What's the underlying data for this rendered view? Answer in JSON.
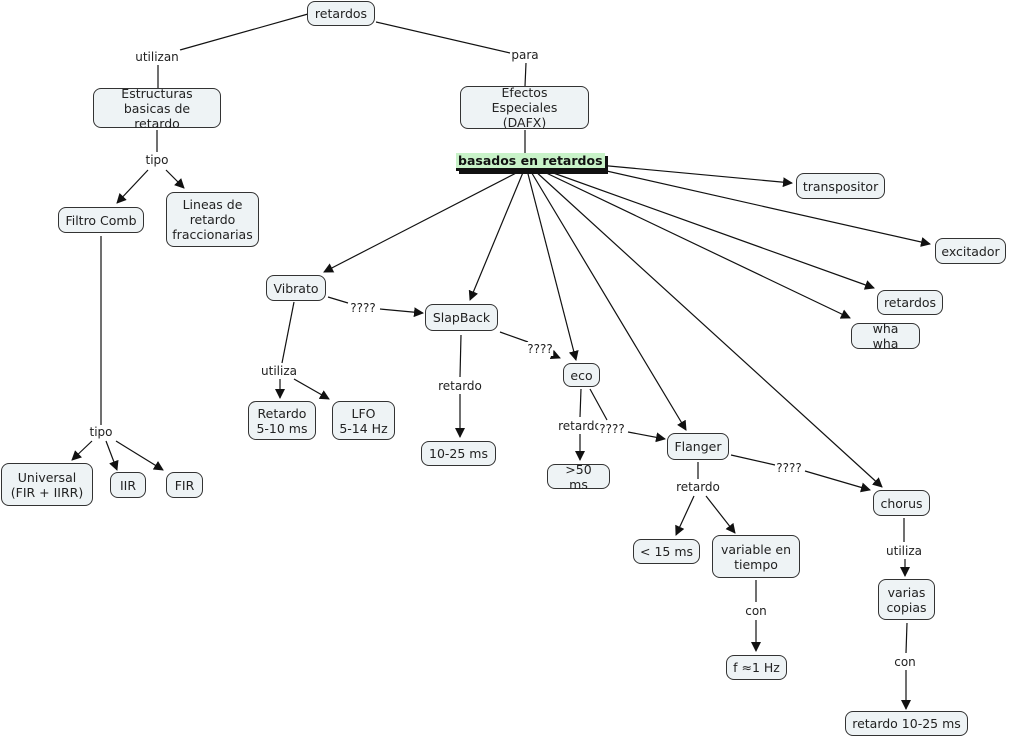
{
  "concept_map": {
    "root": "retardos",
    "nodes": {
      "retardos": "retardos",
      "estructuras": "Estructuras\nbasicas de retardo",
      "efectos": "Efectos Especiales\n(DAFX)",
      "filtro_comb": "Filtro Comb",
      "lineas": "Lineas de\nretardo\nfraccionarias",
      "universal": "Universal\n(FIR + IIRR)",
      "iir": "IIR",
      "fir": "FIR",
      "basados": "basados en retardos",
      "transpositor": "transpositor",
      "excitador": "excitador",
      "retardos2": "retardos",
      "wha": "wha wha",
      "vibrato": "Vibrato",
      "slapback": "SlapBack",
      "eco": "eco",
      "flanger": "Flanger",
      "chorus": "chorus",
      "retardo_5_10": "Retardo\n5-10 ms",
      "lfo": "LFO\n5-14 Hz",
      "ms_10_25": "10-25 ms",
      "ms_50": ">50 ms",
      "ms_15": "< 15 ms",
      "variable": "variable en\ntiempo",
      "f1hz": "f ≈1 Hz",
      "varias": "varias\ncopias",
      "retardo_10_25": "retardo 10-25 ms"
    },
    "links": {
      "utilizan": "utilizan",
      "para": "para",
      "tipo1": "tipo",
      "tipo2": "tipo",
      "utiliza1": "utiliza",
      "q1": "????",
      "retardo1": "retardo",
      "q2": "????",
      "retardo2": "retardo",
      "q3": "????",
      "retardo3": "retardo",
      "q4": "????",
      "con1": "con",
      "utiliza2": "utiliza",
      "con2": "con"
    },
    "colors": {
      "node_fill": "#eef3f5",
      "highlight": "#c8f2c8",
      "line": "#111111"
    }
  }
}
